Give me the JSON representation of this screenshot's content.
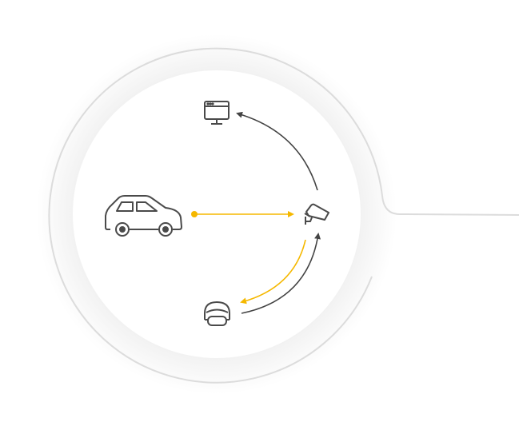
{
  "diagram": {
    "colors": {
      "accent": "#F5B800",
      "icon": "#4a4a4a",
      "ring": "#dddddd",
      "flow_dark": "#444444"
    },
    "nodes": [
      {
        "id": "car",
        "icon": "car-icon"
      },
      {
        "id": "camera",
        "icon": "security-camera-icon"
      },
      {
        "id": "monitor",
        "icon": "monitor-icon"
      },
      {
        "id": "helmet",
        "icon": "helmet-icon"
      }
    ],
    "edges": [
      {
        "from": "car",
        "to": "camera",
        "color": "accent"
      },
      {
        "from": "camera",
        "to": "monitor",
        "color": "flow_dark"
      },
      {
        "from": "camera",
        "to": "helmet",
        "color": "accent"
      },
      {
        "from": "helmet",
        "to": "camera",
        "color": "flow_dark"
      }
    ]
  }
}
